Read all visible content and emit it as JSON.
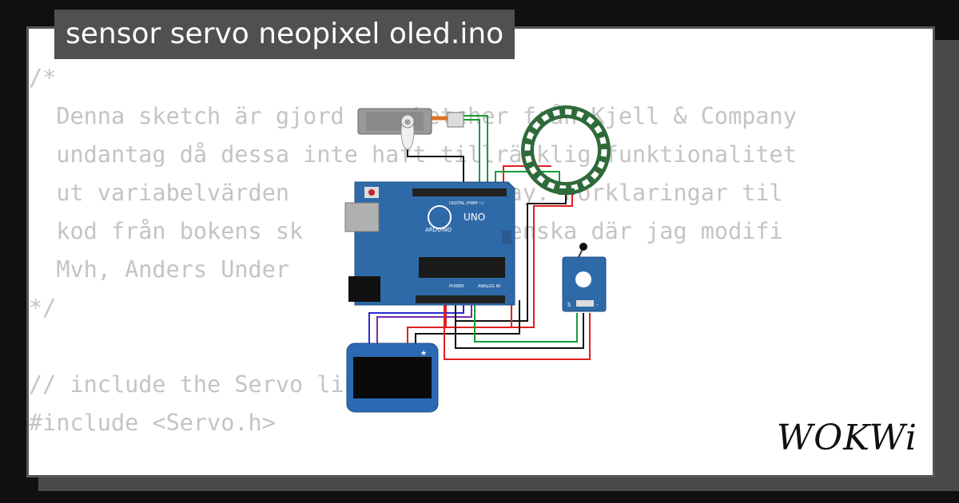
{
  "title": "sensor servo neopixel oled.ino",
  "code_lines": [
    "/*",
    "  Denna sketch är gjord av sketcher från Kjell & Company",
    "  undantag då dessa inte haft tillräcklig funktionalitet",
    "  ut variabelvärden          -display. Förklaringar til",
    "  kod från bokens sk          på svenska där jag modifi",
    "  Mvh, Anders Under",
    "*/",
    "",
    "// include the Servo library",
    "#include <Servo.h>"
  ],
  "board": {
    "model": "UNO",
    "brand": "ARDUINO",
    "digital_label": "DIGITAL (PWM ~)",
    "power_label": "POWER",
    "analog_label": "ANALOG IN"
  },
  "sensor_pins": {
    "signal": "S",
    "ground": "-"
  },
  "logo": "WOKWi",
  "colors": {
    "board": "#2f6aa8",
    "wire_red": "#e02020",
    "wire_black": "#111111",
    "wire_green": "#1a9a3a",
    "wire_purple": "#7a2aa8",
    "wire_blue": "#2a2ad0",
    "neopixel_ring": "#2f6a3a"
  }
}
